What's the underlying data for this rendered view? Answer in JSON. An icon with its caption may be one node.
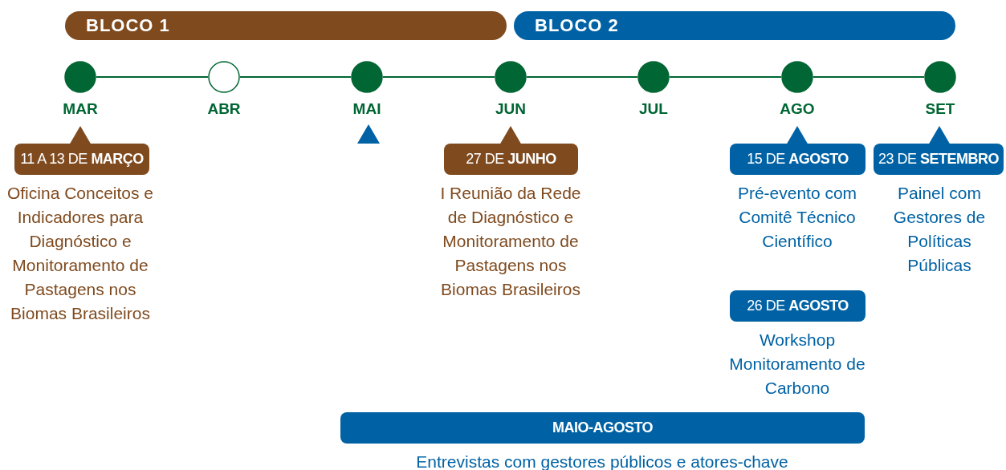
{
  "diagram": {
    "nodes": [
      {
        "text": [
          "BLOCO 1"
        ]
      },
      {
        "text": [
          "BLOCO 2"
        ]
      },
      {
        "text": [],
        "shape": "circle",
        "beside": [
          "MAR"
        ]
      },
      {
        "text": [],
        "shape": "circle",
        "beside": [
          "ABR"
        ]
      },
      {
        "text": [],
        "shape": "circle",
        "beside": [
          "MAI"
        ]
      },
      {
        "text": [],
        "shape": "circle",
        "beside": [
          "JUN"
        ]
      },
      {
        "text": [],
        "shape": "circle",
        "beside": [
          "JUL"
        ]
      },
      {
        "text": [],
        "shape": "circle",
        "beside": [
          "AGO"
        ]
      },
      {
        "text": [],
        "shape": "circle",
        "beside": [
          "SET"
        ]
      },
      {
        "text": [
          "11 A 13 DE **MARÇO**",
          "Oficina Conceitos e Indicadores para Diagnóstico e Monitoramento de Pastagens nos Biomas Brasileiros"
        ]
      },
      {
        "text": [
          "27 DE **JUNHO**",
          "I Reunião da Rede de Diagnóstico e Monitoramento de Pastagens nos Biomas Brasileiros"
        ]
      },
      {
        "text": [
          "15 DE **AGOSTO**",
          "Pré-evento com Comitê Técnico Científico"
        ]
      },
      {
        "text": [
          "23 DE **SETEMBRO**",
          "Painel com Gestores de Políticas Públicas"
        ]
      },
      {
        "text": [
          "26 DE **AGOSTO**",
          "Workshop Monitoramento de Carbono"
        ]
      },
      {
        "text": [
          "MAIO-AGOSTO",
          "Entrevistas com gestores públicos e atores-chave"
        ]
      }
    ],
    "edges": [
      {
        "from": 2,
        "to": 3,
        "arrow": "none"
      },
      {
        "from": 3,
        "to": 4,
        "arrow": "none"
      },
      {
        "from": 4,
        "to": 5,
        "arrow": "none"
      },
      {
        "from": 5,
        "to": 6,
        "arrow": "none"
      },
      {
        "from": 6,
        "to": 7,
        "arrow": "none"
      },
      {
        "from": 7,
        "to": 8,
        "arrow": "none"
      }
    ]
  }
}
